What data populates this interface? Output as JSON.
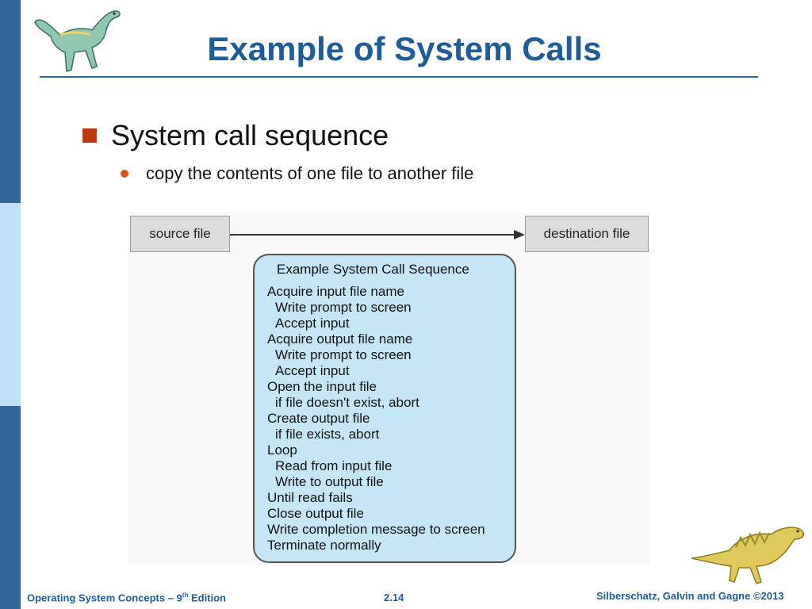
{
  "slide": {
    "title": "Example of System Calls",
    "bullet": "System call sequence",
    "sub_bullet": "copy the contents of one file to another file"
  },
  "figure": {
    "source_label": "source file",
    "destination_label": "destination  file",
    "sequence_title": "Example System Call Sequence",
    "steps": [
      {
        "text": "Acquire input file name",
        "indent": false
      },
      {
        "text": "Write prompt to screen",
        "indent": true
      },
      {
        "text": "Accept input",
        "indent": true
      },
      {
        "text": "Acquire output file name",
        "indent": false
      },
      {
        "text": "Write prompt to screen",
        "indent": true
      },
      {
        "text": "Accept input",
        "indent": true
      },
      {
        "text": "Open the input file",
        "indent": false
      },
      {
        "text": "if file doesn't exist, abort",
        "indent": true
      },
      {
        "text": "Create output file",
        "indent": false
      },
      {
        "text": "if file exists, abort",
        "indent": true
      },
      {
        "text": "Loop",
        "indent": false
      },
      {
        "text": "Read from input file",
        "indent": true
      },
      {
        "text": "Write to output file",
        "indent": true
      },
      {
        "text": "Until read fails",
        "indent": false
      },
      {
        "text": "Close output file",
        "indent": false
      },
      {
        "text": "Write completion message to screen",
        "indent": false
      },
      {
        "text": "Terminate normally",
        "indent": false
      }
    ]
  },
  "footer": {
    "left_prefix": "Operating System Concepts – 9",
    "left_sup": "th",
    "left_suffix": " Edition",
    "center": "2.14",
    "right": "Silberschatz, Galvin and Gagne ©2013"
  },
  "icons": {
    "top_left": "dinosaur-icon",
    "bottom_right": "dinosaur-icon"
  },
  "colors": {
    "title": "#1f5c99",
    "sidebar_dark": "#336699",
    "sidebar_light": "#bfe0f7",
    "bullet_square": "#c0390b",
    "bullet_dot": "#d9531e",
    "sequence_box": "#c5e6f5"
  }
}
